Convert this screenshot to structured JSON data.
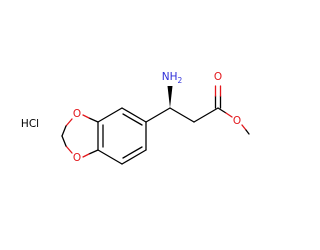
{
  "molecule": {
    "amine_label": "NH2",
    "amine_text": "NH",
    "amine_subscript": "2",
    "salt_label": "HCl",
    "oxygen_label": "O",
    "colors": {
      "bond": "#000000",
      "oxygen": "#e3161b",
      "nitrogen": "#2e2ed8",
      "background": "#ffffff"
    }
  }
}
